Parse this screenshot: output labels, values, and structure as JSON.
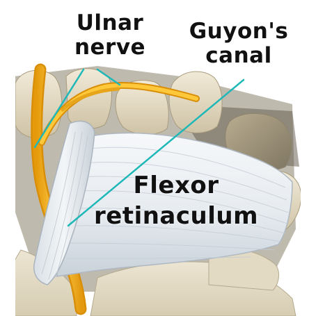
{
  "labels": {
    "ulnar_nerve": {
      "line1": "Ulnar",
      "line2": "nerve"
    },
    "guyons_canal": {
      "line1": "Guyon's",
      "line2": "canal"
    },
    "flexor_retinaculum": {
      "line1": "Flexor",
      "line2": "retinaculum"
    }
  },
  "colors": {
    "nerve": "#f2b21c",
    "pointer": "#1fb8b8",
    "bone": "#e7dcc4",
    "ligament": "#eef1f4",
    "background": "#ffffff"
  }
}
